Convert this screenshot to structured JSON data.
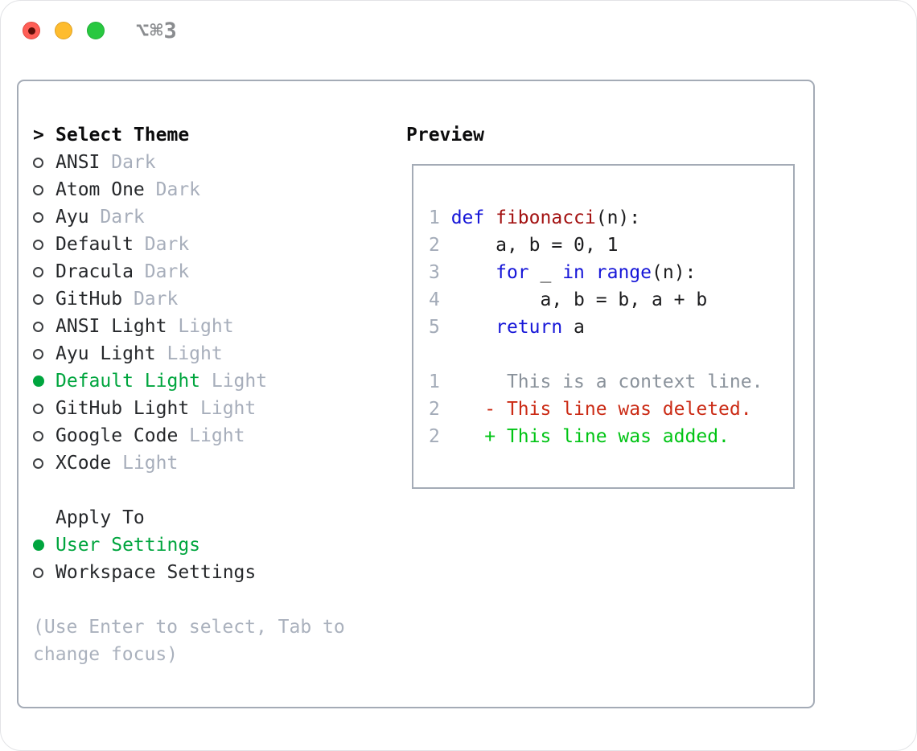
{
  "window": {
    "title": "⌥⌘3"
  },
  "colors": {
    "selection_green": "#00a53e",
    "added_green": "#00c414",
    "deleted_red": "#cb2b15",
    "keyword_blue": "#1616d8",
    "function_red": "#a31212",
    "muted_gray": "#a7aebb",
    "help_gray": "#aab1bd",
    "context_gray": "#8a929b",
    "line_number_gray": "#a3abb8",
    "text_dark": "#26282b",
    "border_gray": "#a4abb6",
    "traffic_red": "#ff5f57",
    "traffic_yellow": "#febc2e",
    "traffic_green": "#28c840"
  },
  "theme_picker": {
    "prompt": ">",
    "title": "Select Theme",
    "themes": [
      {
        "name": "ANSI",
        "variant": "Dark",
        "selected": false
      },
      {
        "name": "Atom One",
        "variant": "Dark",
        "selected": false
      },
      {
        "name": "Ayu",
        "variant": "Dark",
        "selected": false
      },
      {
        "name": "Default",
        "variant": "Dark",
        "selected": false
      },
      {
        "name": "Dracula",
        "variant": "Dark",
        "selected": false
      },
      {
        "name": "GitHub",
        "variant": "Dark",
        "selected": false
      },
      {
        "name": "ANSI Light",
        "variant": "Light",
        "selected": false
      },
      {
        "name": "Ayu Light",
        "variant": "Light",
        "selected": false
      },
      {
        "name": "Default Light",
        "variant": "Light",
        "selected": true
      },
      {
        "name": "GitHub Light",
        "variant": "Light",
        "selected": false
      },
      {
        "name": "Google Code",
        "variant": "Light",
        "selected": false
      },
      {
        "name": "XCode",
        "variant": "Light",
        "selected": false
      }
    ]
  },
  "apply_to": {
    "title": "Apply To",
    "options": [
      {
        "label": "User Settings",
        "selected": true
      },
      {
        "label": "Workspace Settings",
        "selected": false
      }
    ]
  },
  "help_text": "(Use Enter to select, Tab to change focus)",
  "preview": {
    "title": "Preview",
    "lines": [
      {
        "tokens": [
          {
            "t": "1 ",
            "c": "ln"
          },
          {
            "t": "def",
            "c": "kw"
          },
          {
            "t": " ",
            "c": "plain"
          },
          {
            "t": "fibonacci",
            "c": "fn"
          },
          {
            "t": "(n):",
            "c": "plain"
          }
        ]
      },
      {
        "tokens": [
          {
            "t": "2 ",
            "c": "ln"
          },
          {
            "t": "    a, b = 0, 1",
            "c": "plain"
          }
        ]
      },
      {
        "tokens": [
          {
            "t": "3 ",
            "c": "ln"
          },
          {
            "t": "    ",
            "c": "plain"
          },
          {
            "t": "for",
            "c": "kw"
          },
          {
            "t": " _ ",
            "c": "plain"
          },
          {
            "t": "in",
            "c": "kw"
          },
          {
            "t": " ",
            "c": "plain"
          },
          {
            "t": "range",
            "c": "kw"
          },
          {
            "t": "(n):",
            "c": "plain"
          }
        ]
      },
      {
        "tokens": [
          {
            "t": "4 ",
            "c": "ln"
          },
          {
            "t": "        a, b = b, a + b",
            "c": "plain"
          }
        ]
      },
      {
        "tokens": [
          {
            "t": "5 ",
            "c": "ln"
          },
          {
            "t": "    ",
            "c": "plain"
          },
          {
            "t": "return",
            "c": "kw"
          },
          {
            "t": " a",
            "c": "plain"
          }
        ]
      },
      {
        "tokens": []
      },
      {
        "tokens": [
          {
            "t": "1 ",
            "c": "ln"
          },
          {
            "t": "     This is a context line.",
            "c": "ctx"
          }
        ]
      },
      {
        "tokens": [
          {
            "t": "2 ",
            "c": "ln"
          },
          {
            "t": "   - This line was deleted.",
            "c": "del"
          }
        ]
      },
      {
        "tokens": [
          {
            "t": "2 ",
            "c": "ln"
          },
          {
            "t": "   + This line was added.",
            "c": "add"
          }
        ]
      }
    ]
  }
}
